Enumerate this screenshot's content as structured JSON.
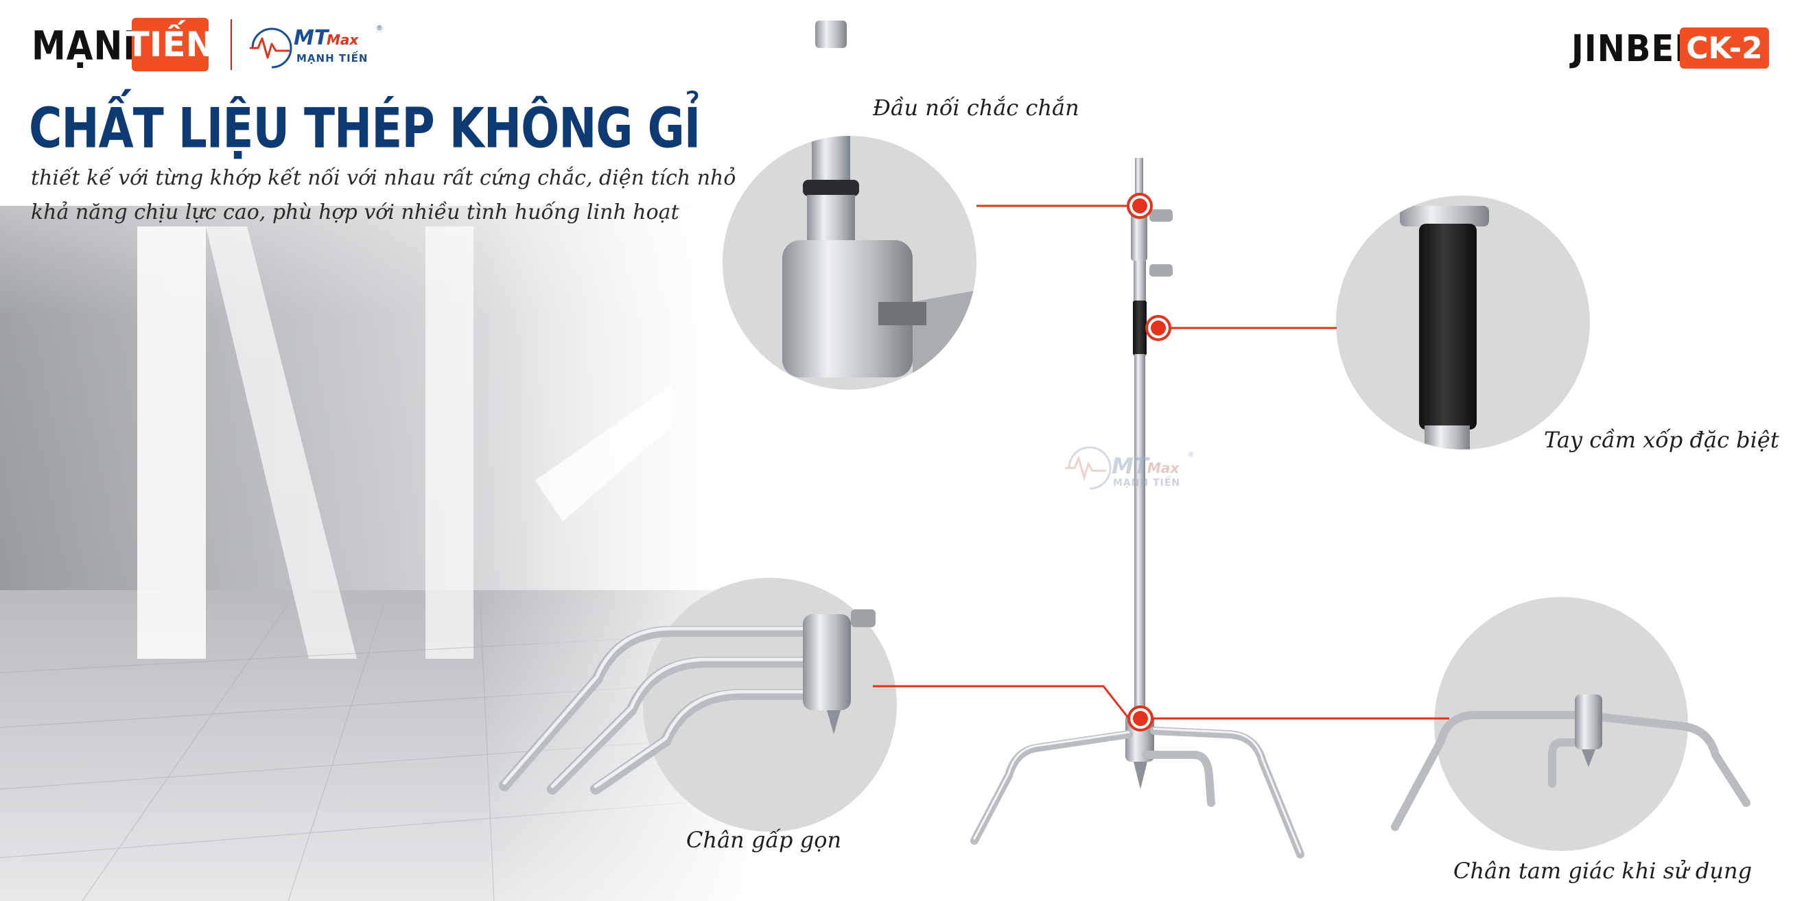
{
  "brand": {
    "word1": "MẠNH",
    "word2": "TIẾN",
    "logo_main": "MT",
    "logo_max": "Max",
    "logo_sub": "MẠNH TIẾN",
    "logo_mark": "®"
  },
  "product": {
    "name": "JINBEI",
    "model": "CK-2"
  },
  "headline": "CHẤT LIỆU THÉP KHÔNG GỈ",
  "description": [
    "thiết kế với từng khớp kết nối với nhau rất cứng chắc, diện tích nhỏ",
    "khả năng chịu lực cao, phù hợp với nhiều tình huống linh hoạt"
  ],
  "callouts": {
    "connector": "Đầu nối chắc chắn",
    "grip": "Tay cầm xốp đặc biệt",
    "folding_legs": "Chân gấp gọn",
    "tripod_legs": "Chân tam giác khi sử dụng"
  },
  "watermark": {
    "main": "MT",
    "max": "Max",
    "sub": "MẠNH TIẾN",
    "mark": "®"
  },
  "colors": {
    "accent": "#ef4f23",
    "navy": "#0d3a72",
    "line": "#e2331c",
    "steel": "#c6cacf"
  }
}
